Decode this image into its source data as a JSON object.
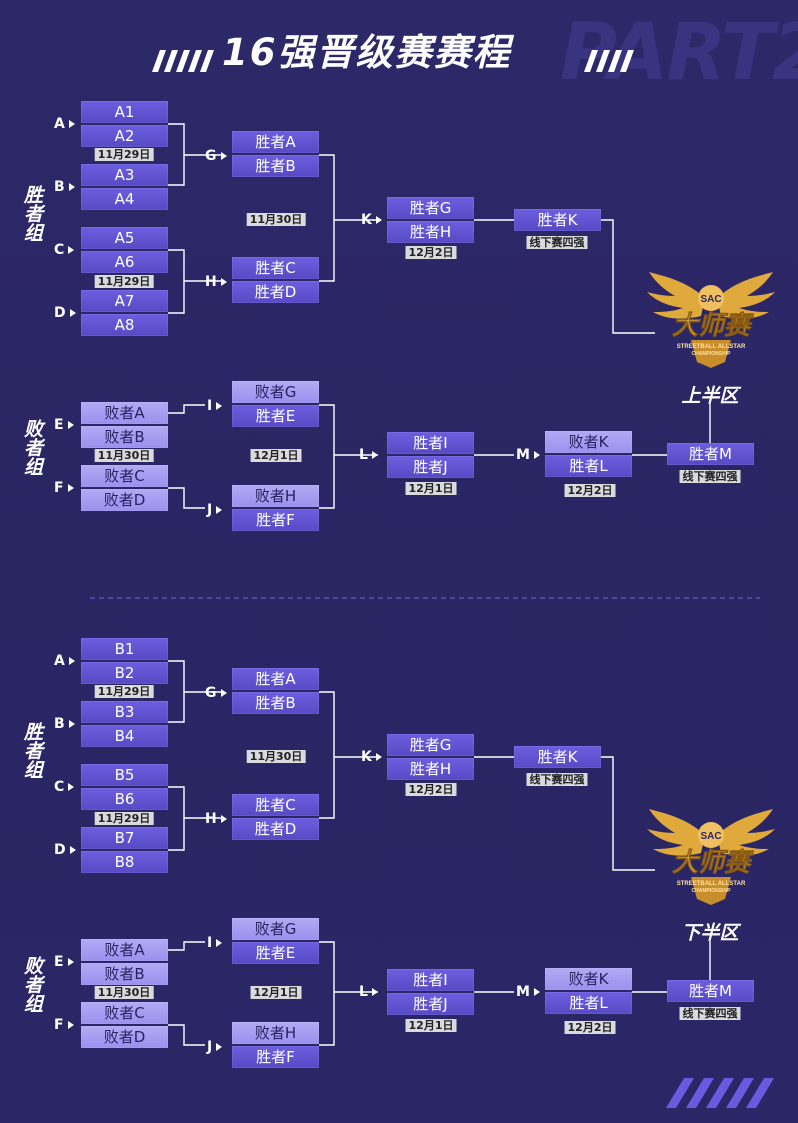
{
  "title": "16强晋级赛赛程",
  "watermark": "PART2",
  "accents": {
    "bg": "#2b2666",
    "box": "#5f51d0",
    "box_light": "#aca2f2",
    "date_bg": "#d9d9de",
    "gold": "#e0a93c"
  },
  "top": {
    "half_label": "上半区",
    "winners_group": "胜者组",
    "losers_group": "败者组",
    "w_labels": {
      "a": "A",
      "b": "B",
      "c": "C",
      "d": "D",
      "g": "G",
      "h": "H",
      "k": "K"
    },
    "r1": [
      "A1",
      "A2",
      "A3",
      "A4",
      "A5",
      "A6",
      "A7",
      "A8"
    ],
    "r1_dates": [
      "11月29日",
      "11月29日"
    ],
    "r2": [
      "胜者A",
      "胜者B",
      "胜者C",
      "胜者D"
    ],
    "r2_date": "11月30日",
    "r3": [
      "胜者G",
      "胜者H"
    ],
    "r3_date": "12月2日",
    "final": "胜者K",
    "final_note": "线下赛四强",
    "l_labels": {
      "e": "E",
      "f": "F",
      "i": "I",
      "j": "J",
      "l": "L",
      "m": "M"
    },
    "l1": [
      "败者A",
      "败者B",
      "败者C",
      "败者D"
    ],
    "l1_date": "11月30日",
    "l2": [
      "败者G",
      "胜者E",
      "败者H",
      "胜者F"
    ],
    "l2_date": "12月1日",
    "l3": [
      "胜者I",
      "胜者J"
    ],
    "l3_date": "12月1日",
    "l4": [
      "败者K",
      "胜者L"
    ],
    "l4_date": "12月2日",
    "lfinal": "胜者M",
    "lfinal_note": "线下赛四强"
  },
  "bottom": {
    "half_label": "下半区",
    "winners_group": "胜者组",
    "losers_group": "败者组",
    "w_labels": {
      "a": "A",
      "b": "B",
      "c": "C",
      "d": "D",
      "g": "G",
      "h": "H",
      "k": "K"
    },
    "r1": [
      "B1",
      "B2",
      "B3",
      "B4",
      "B5",
      "B6",
      "B7",
      "B8"
    ],
    "r1_dates": [
      "11月29日",
      "11月29日"
    ],
    "r2": [
      "胜者A",
      "胜者B",
      "胜者C",
      "胜者D"
    ],
    "r2_date": "11月30日",
    "r3": [
      "胜者G",
      "胜者H"
    ],
    "r3_date": "12月2日",
    "final": "胜者K",
    "final_note": "线下赛四强",
    "l_labels": {
      "e": "E",
      "f": "F",
      "i": "I",
      "j": "J",
      "l": "L",
      "m": "M"
    },
    "l1": [
      "败者A",
      "败者B",
      "败者C",
      "败者D"
    ],
    "l1_date": "11月30日",
    "l2": [
      "败者G",
      "胜者E",
      "败者H",
      "胜者F"
    ],
    "l2_date": "12月1日",
    "l3": [
      "胜者I",
      "胜者J"
    ],
    "l3_date": "12月1日",
    "l4": [
      "败者K",
      "胜者L"
    ],
    "l4_date": "12月2日",
    "lfinal": "胜者M",
    "lfinal_note": "线下赛四强"
  },
  "logo": {
    "sac": "SAC",
    "name": "大师赛",
    "line1": "STREETBALL ALLSTAR",
    "line2": "CHAMPIONSHIP"
  }
}
